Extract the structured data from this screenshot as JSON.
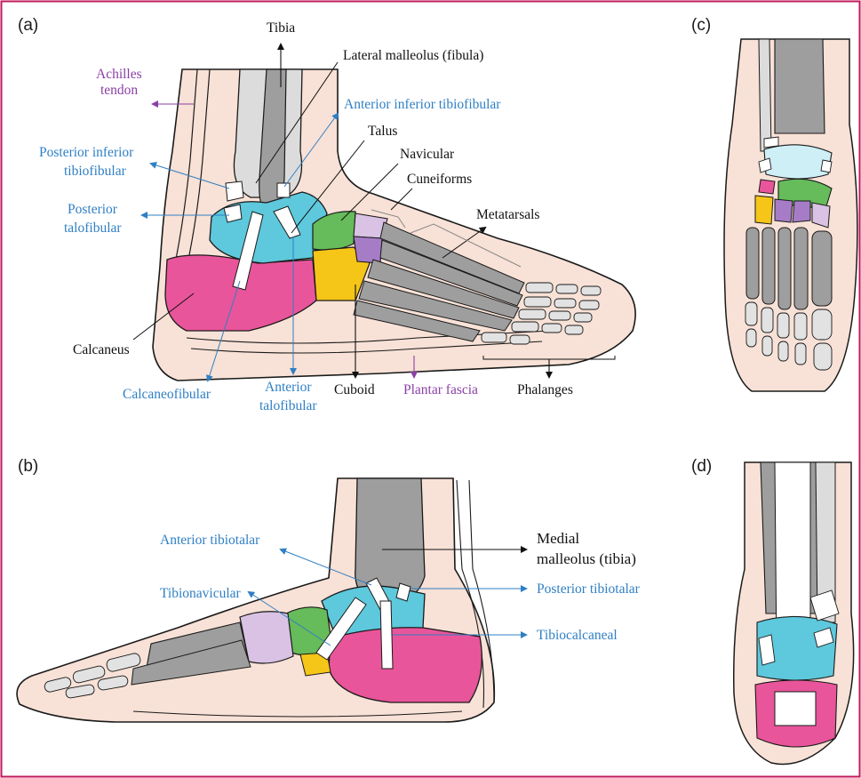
{
  "colors": {
    "frame": "#c2185b",
    "skin": "#f8e1d6",
    "skin_outline": "#1a1a1a",
    "tibia_bone": "#dcdcdc",
    "gray_bone": "#9e9e9e",
    "talus": "#5ec8dc",
    "calcaneus": "#e8559a",
    "cuboid": "#f5c518",
    "navicular": "#66bb5a",
    "cuneiform_purple": "#a77cc7",
    "cuneiform_lilac": "#d9c2e3",
    "ligament": "#ffffff",
    "label_black": "#111111",
    "label_blue": "#2f7fc4",
    "label_purple": "#8a3fa6"
  },
  "panels": {
    "a": {
      "tag": "(a)",
      "labels": {
        "tibia": "Tibia",
        "lateral_malleolus": "Lateral malleolus (fibula)",
        "achilles_1": "Achilles",
        "achilles_2": "tendon",
        "anterior_inferior_tibiofibular": "Anterior inferior tibiofibular",
        "talus": "Talus",
        "posterior_inferior_1": "Posterior inferior",
        "posterior_inferior_2": "tibiofibular",
        "navicular": "Navicular",
        "cuneiforms": "Cuneiforms",
        "posterior_talofibular_1": "Posterior",
        "posterior_talofibular_2": "talofibular",
        "metatarsals": "Metatarsals",
        "calcaneus": "Calcaneus",
        "calcaneofibular": "Calcaneofibular",
        "anterior_talofibular_1": "Anterior",
        "anterior_talofibular_2": "talofibular",
        "cuboid": "Cuboid",
        "plantar_fascia": "Plantar fascia",
        "phalanges": "Phalanges"
      }
    },
    "b": {
      "tag": "(b)",
      "labels": {
        "anterior_tibiotalar": "Anterior tibiotalar",
        "medial_malleolus_1": "Medial",
        "medial_malleolus_2": "malleolus (tibia)",
        "tibionavicular": "Tibionavicular",
        "posterior_tibiotalar": "Posterior tibiotalar",
        "tibiocalcaneal": "Tibiocalcaneal"
      }
    },
    "c": {
      "tag": "(c)"
    },
    "d": {
      "tag": "(d)"
    }
  }
}
